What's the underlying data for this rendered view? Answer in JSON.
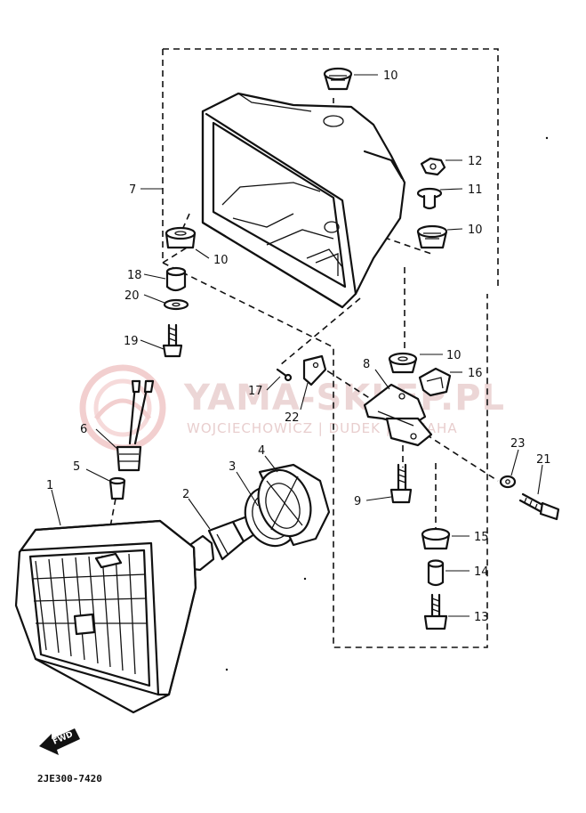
{
  "watermark": {
    "title": "YAMA-SKLEP.PL",
    "subtitle": "WOJCIECHOWICZ | DUDEK | YAMAHA",
    "logo": "ring-logo-watermark"
  },
  "diagram_code": "2JE300-7420",
  "forward_marker": {
    "label": "FWD",
    "icon": "forward-arrow-icon"
  },
  "callouts": [
    {
      "id": "1",
      "label": "1"
    },
    {
      "id": "2",
      "label": "2"
    },
    {
      "id": "3",
      "label": "3"
    },
    {
      "id": "4",
      "label": "4"
    },
    {
      "id": "5",
      "label": "5"
    },
    {
      "id": "6",
      "label": "6"
    },
    {
      "id": "7",
      "label": "7"
    },
    {
      "id": "8",
      "label": "8"
    },
    {
      "id": "9",
      "label": "9"
    },
    {
      "id": "10a",
      "label": "10"
    },
    {
      "id": "10b",
      "label": "10"
    },
    {
      "id": "10c",
      "label": "10"
    },
    {
      "id": "10d",
      "label": "10"
    },
    {
      "id": "11",
      "label": "11"
    },
    {
      "id": "12",
      "label": "12"
    },
    {
      "id": "13",
      "label": "13"
    },
    {
      "id": "14",
      "label": "14"
    },
    {
      "id": "15",
      "label": "15"
    },
    {
      "id": "16",
      "label": "16"
    },
    {
      "id": "17",
      "label": "17"
    },
    {
      "id": "18",
      "label": "18"
    },
    {
      "id": "19",
      "label": "19"
    },
    {
      "id": "20",
      "label": "20"
    },
    {
      "id": "21",
      "label": "21"
    },
    {
      "id": "22",
      "label": "22"
    },
    {
      "id": "23",
      "label": "23"
    }
  ]
}
